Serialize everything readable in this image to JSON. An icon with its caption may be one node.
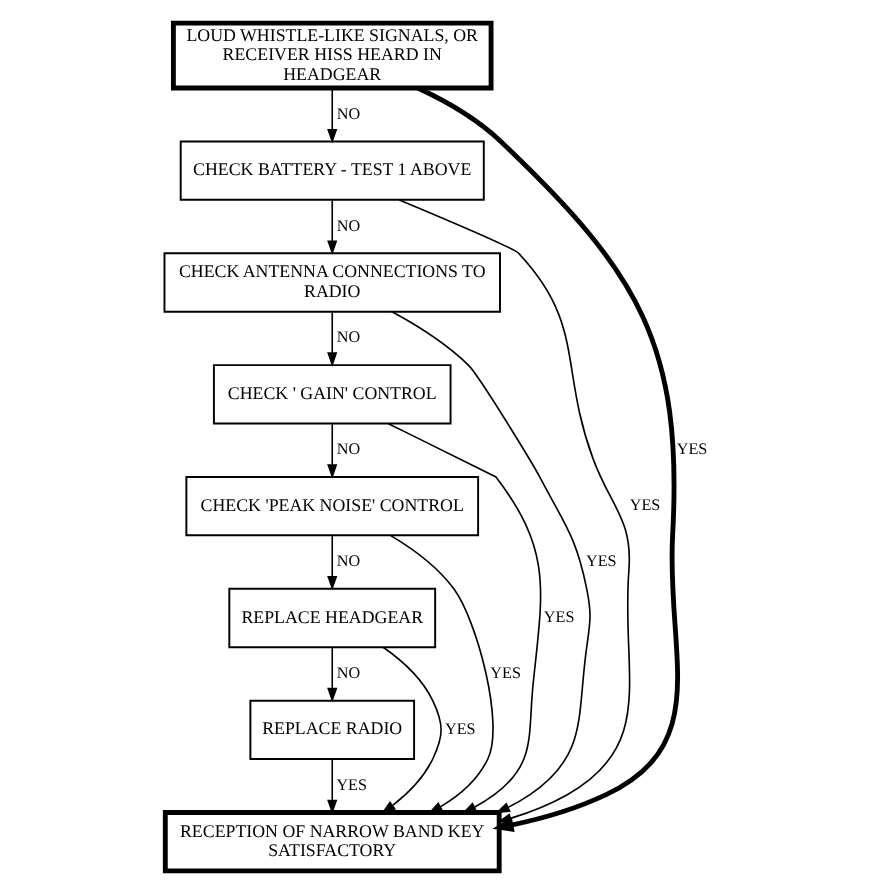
{
  "diagram": {
    "nodes": [
      {
        "text": [
          "LOUD WHISTLE-LIKE SIGNALS, OR RECEIVER HISS HEARD IN HEADGEAR"
        ]
      },
      {
        "text": [
          "CHECK BATTERY - TEST 1 ABOVE"
        ]
      },
      {
        "text": [
          "CHECK ANTENNA CONNECTIONS TO RADIO"
        ]
      },
      {
        "text": [
          "CHECK ' GAIN' CONTROL"
        ]
      },
      {
        "text": [
          "CHECK 'PEAK NOISE' CONTROL"
        ]
      },
      {
        "text": [
          "REPLACE HEADGEAR"
        ]
      },
      {
        "text": [
          "REPLACE RADIO"
        ]
      },
      {
        "text": [
          "RECEPTION OF NARROW BAND KEY SATISFACTORY"
        ]
      }
    ],
    "edges": [
      {
        "from": 0,
        "to": 1,
        "label": "NO",
        "arrow": "to"
      },
      {
        "from": 1,
        "to": 2,
        "label": "NO",
        "arrow": "to"
      },
      {
        "from": 2,
        "to": 3,
        "label": "NO",
        "arrow": "to"
      },
      {
        "from": 3,
        "to": 4,
        "label": "NO",
        "arrow": "to"
      },
      {
        "from": 4,
        "to": 5,
        "label": "NO",
        "arrow": "to"
      },
      {
        "from": 5,
        "to": 6,
        "label": "NO",
        "arrow": "to"
      },
      {
        "from": 0,
        "to": 7,
        "label": "YES",
        "arrow": "to",
        "style": "thick"
      },
      {
        "from": 1,
        "to": 7,
        "label": "YES",
        "arrow": "to"
      },
      {
        "from": 2,
        "to": 7,
        "label": "YES",
        "arrow": "to"
      },
      {
        "from": 3,
        "to": 7,
        "label": "YES",
        "arrow": "to"
      },
      {
        "from": 4,
        "to": 7,
        "label": "YES",
        "arrow": "to"
      },
      {
        "from": 5,
        "to": 7,
        "label": "YES",
        "arrow": "to"
      },
      {
        "from": 6,
        "to": 7,
        "label": "YES",
        "arrow": "to"
      }
    ]
  }
}
